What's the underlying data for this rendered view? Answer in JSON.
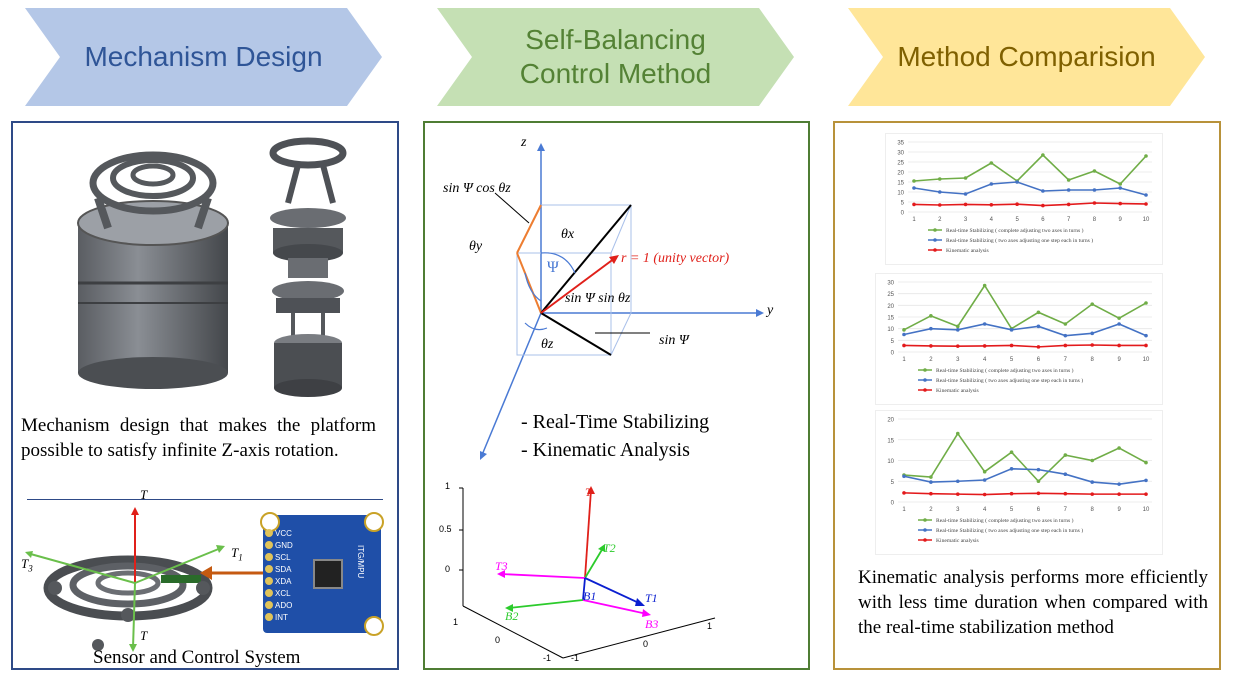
{
  "banners": [
    {
      "label": "Mechanism Design",
      "fill": "#b4c7e7",
      "color": "#2f5597"
    },
    {
      "label_line1": "Self-Balancing",
      "label_line2": "Control Method",
      "fill": "#c5e0b4",
      "color": "#548235"
    },
    {
      "label": "Method Comparision",
      "fill": "#ffe699",
      "color": "#7f6000"
    }
  ],
  "panel1": {
    "description": "Mechanism design that makes the platform possible to satisfy infinite Z-axis rotation.",
    "sensor_caption": "Sensor and Control System",
    "vectors": {
      "T": "T",
      "T1": "T",
      "T1_sub": "1",
      "T3": "T",
      "T3_sub": "3",
      "T_bottom": "T"
    },
    "chip_pins": [
      "VCC",
      "GND",
      "SCL",
      "SDA",
      "XDA",
      "XCL",
      "ADO",
      "INT"
    ],
    "chip_label": "ITG/MPU"
  },
  "panel2": {
    "axes": {
      "z": "z",
      "y": "y"
    },
    "labels": {
      "sin_psi_cos": "sin Ψ cos θz",
      "theta_x": "θx",
      "theta_y": "θy",
      "psi": "Ψ",
      "r_unit": "r = 1 (unity vector)",
      "sin_psi_sin": "sin Ψ sin θz",
      "sin_psi": "sin Ψ",
      "theta_z": "θz"
    },
    "bullets": [
      "- Real-Time Stabilizing",
      "- Kinematic Analysis"
    ],
    "plot3d": {
      "vectors": [
        "T",
        "T2",
        "T3",
        "T1",
        "B1",
        "B2",
        "B3"
      ],
      "ticks_z": [
        "1",
        "0.5",
        "0"
      ],
      "ticks_x": [
        "1",
        "0",
        "-1"
      ],
      "ticks_y": [
        "-1",
        "0",
        "1"
      ]
    }
  },
  "panel3": {
    "conclusion": "Kinematic analysis performs more efficiently with less time duration when compared with the real-time stabilization method",
    "legend": [
      {
        "label": "Real-time Stabilizing ( complete adjusting two axes in turns )",
        "color": "#70ad47"
      },
      {
        "label": "Real-time Stabilizing ( two axes adjusting one step each in turns )",
        "color": "#4472c4"
      },
      {
        "label": "Kinematic analysis",
        "color": "#e31a1c"
      }
    ]
  },
  "chart_data": [
    {
      "type": "line",
      "x": [
        1,
        2,
        3,
        4,
        5,
        6,
        7,
        8,
        9,
        10
      ],
      "ylim": [
        0,
        35
      ],
      "yticks": [
        0,
        5,
        10,
        15,
        20,
        25,
        30,
        35
      ],
      "series": [
        {
          "name": "Real-time Stabilizing ( complete adjusting two axes in turns )",
          "values": [
            15.5,
            16.5,
            17,
            24.5,
            15.5,
            28.5,
            16,
            20.5,
            14,
            28
          ],
          "color": "#70ad47"
        },
        {
          "name": "Real-time Stabilizing ( two axes adjusting one step each in turns )",
          "values": [
            12,
            10,
            9,
            14,
            15,
            10.5,
            11,
            11,
            12,
            8.5
          ],
          "color": "#4472c4"
        },
        {
          "name": "Kinematic analysis",
          "values": [
            3.8,
            3.5,
            3.8,
            3.6,
            3.9,
            3.2,
            3.8,
            4.5,
            4.2,
            4
          ],
          "color": "#e31a1c"
        }
      ]
    },
    {
      "type": "line",
      "x": [
        1,
        2,
        3,
        4,
        5,
        6,
        7,
        8,
        9,
        10
      ],
      "ylim": [
        0,
        30
      ],
      "yticks": [
        0,
        5,
        10,
        15,
        20,
        25,
        30
      ],
      "series": [
        {
          "name": "Real-time Stabilizing ( complete adjusting two axes in turns )",
          "values": [
            9.5,
            15.5,
            11,
            28.5,
            10,
            17,
            12,
            20.5,
            14.5,
            21
          ],
          "color": "#70ad47"
        },
        {
          "name": "Real-time Stabilizing ( two axes adjusting one step each in turns )",
          "values": [
            7.5,
            10,
            9.5,
            12,
            9.5,
            11,
            7,
            8,
            12,
            7
          ],
          "color": "#4472c4"
        },
        {
          "name": "Kinematic analysis",
          "values": [
            2.8,
            2.6,
            2.5,
            2.6,
            2.8,
            2.2,
            2.8,
            3,
            2.8,
            2.8
          ],
          "color": "#e31a1c"
        }
      ]
    },
    {
      "type": "line",
      "x": [
        1,
        2,
        3,
        4,
        5,
        6,
        7,
        8,
        9,
        10
      ],
      "ylim": [
        0,
        20
      ],
      "yticks": [
        0,
        5,
        10,
        15,
        20
      ],
      "series": [
        {
          "name": "Real-time Stabilizing ( complete adjusting two axes in turns )",
          "values": [
            6.5,
            6,
            16.5,
            7.3,
            12,
            5,
            11.3,
            10,
            13,
            9.5
          ],
          "color": "#70ad47"
        },
        {
          "name": "Real-time Stabilizing ( two axes adjusting one step each in turns )",
          "values": [
            6.2,
            4.8,
            5,
            5.3,
            8,
            7.8,
            6.7,
            4.8,
            4.3,
            5.2
          ],
          "color": "#4472c4"
        },
        {
          "name": "Kinematic analysis",
          "values": [
            2.2,
            2,
            1.9,
            1.8,
            2,
            2.1,
            2,
            1.9,
            1.9,
            1.9
          ],
          "color": "#e31a1c"
        }
      ]
    }
  ]
}
